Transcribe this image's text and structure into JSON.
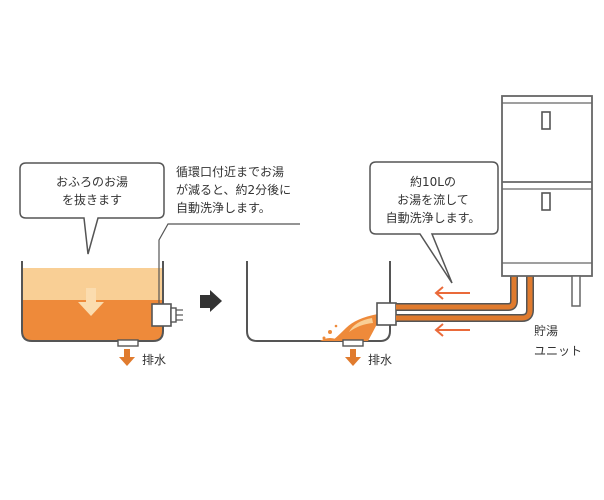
{
  "labels": {
    "bubble1": [
      "おふろのお湯",
      "を抜きます"
    ],
    "note1": [
      "循環口付近までお湯",
      "が減ると、約2分後に",
      "自動洗浄します。"
    ],
    "bubble2": [
      "約10Lの",
      "お湯を流して",
      "自動洗浄します。"
    ],
    "drain_left": "排水",
    "drain_right": "排水",
    "unit": [
      "貯湯",
      "ユニット"
    ]
  },
  "colors": {
    "line": "#555555",
    "water_light": "#f9cf95",
    "water_dark": "#ee8a3a",
    "pipe": "#e07b2e",
    "arrow": "#ea6a3a",
    "drain_arrow": "#e07b2e",
    "unit_line": "#666666"
  },
  "icons": {
    "process_arrow": "arrow-right-icon",
    "flow_arrows": "arrow-left-icon",
    "drain": "arrow-down-icon"
  }
}
